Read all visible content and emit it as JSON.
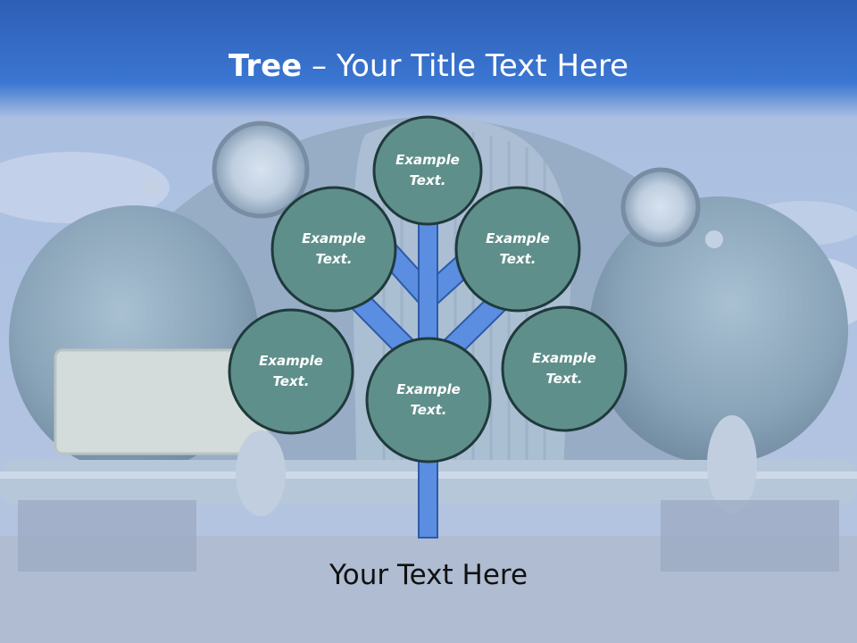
{
  "slide": {
    "title_bold": "Tree",
    "title_rest": " – Your Title Text Here",
    "caption": "Your Text Here"
  },
  "colors": {
    "title_band": "#3a76d2",
    "trunk": "#5b8de0",
    "trunk_edge": "#2d5aa8",
    "node_fill": "#5f8f8b",
    "node_stroke": "#1f3a3c",
    "node_text": "#ffffff"
  },
  "nodes": [
    {
      "id": "top",
      "label_1": "Example",
      "label_2": "Text."
    },
    {
      "id": "upper-left",
      "label_1": "Example",
      "label_2": "Text."
    },
    {
      "id": "upper-right",
      "label_1": "Example",
      "label_2": "Text."
    },
    {
      "id": "lower-left",
      "label_1": "Example",
      "label_2": "Text."
    },
    {
      "id": "center",
      "label_1": "Example",
      "label_2": "Text."
    },
    {
      "id": "lower-right",
      "label_1": "Example",
      "label_2": "Text."
    }
  ]
}
